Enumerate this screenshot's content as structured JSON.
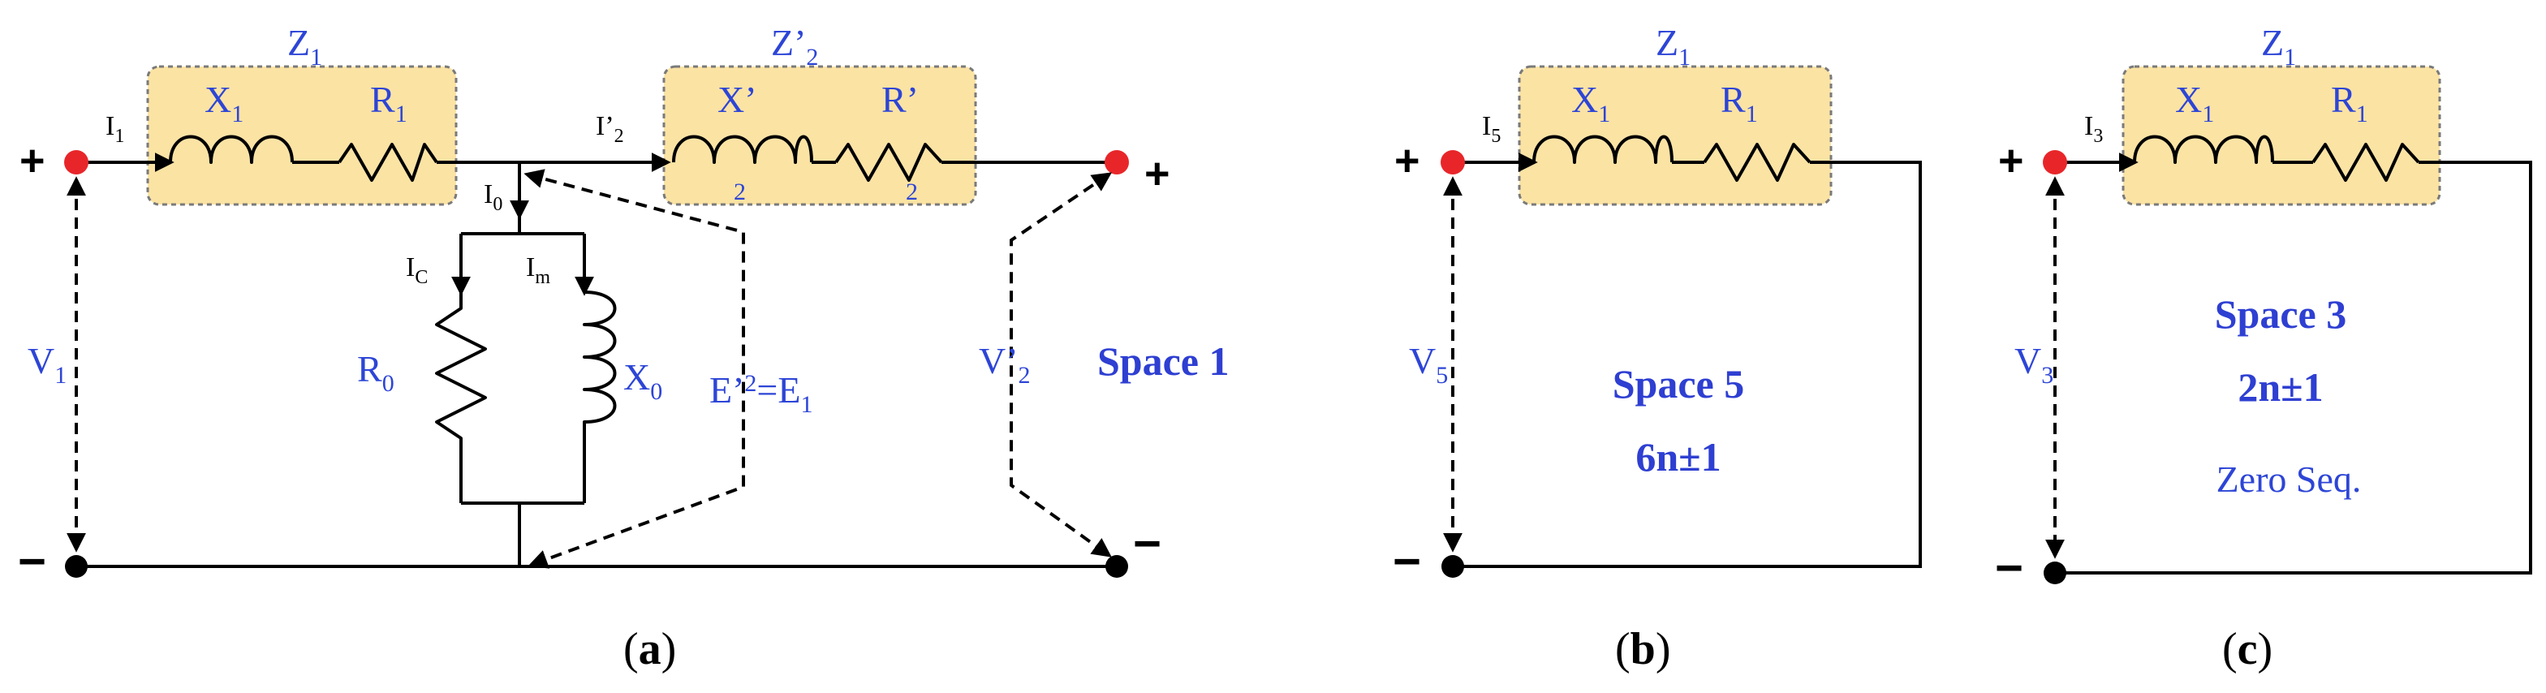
{
  "colors": {
    "label_blue": "#2d45d6",
    "terminal_red": "#e8262a",
    "box_fill": "#fbe3a4",
    "wire": "#000000"
  },
  "a": {
    "z1": "Z",
    "z1_sub": "1",
    "z2": "Z’",
    "z2_sub": "2",
    "x1": "X",
    "x1_sub": "1",
    "r1": "R",
    "r1_sub": "1",
    "x2": "X’",
    "x2_sub": "2",
    "r2": "R’",
    "r2_sub": "2",
    "i1": "I",
    "i1_sub": "1",
    "i2": "I’",
    "i2_sub": "2",
    "i0": "I",
    "i0_sub": "0",
    "ic": "I",
    "ic_sub": "C",
    "im": "I",
    "im_sub": "m",
    "r0": "R",
    "r0_sub": "0",
    "x0": "X",
    "x0_sub": "0",
    "e_a": "E’",
    "e_sub2": "2",
    "e_b": "=E",
    "e_sub1": "1",
    "v1": "V",
    "v1_sub": "1",
    "v2": "V’",
    "v2_sub": "2",
    "space": "Space 1",
    "plus_left": "+",
    "minus_left": "−",
    "plus_right": "+",
    "minus_right": "−",
    "caption_open": "(",
    "caption_letter": "a",
    "caption_close": ")"
  },
  "b": {
    "z1": "Z",
    "z1_sub": "1",
    "x1": "X",
    "x1_sub": "1",
    "r1": "R",
    "r1_sub": "1",
    "i": "I",
    "i_sub": "5",
    "v": "V",
    "v_sub": "5",
    "space": "Space 5",
    "harmonic": "6n±1",
    "plus": "+",
    "minus": "−",
    "caption_open": "(",
    "caption_letter": "b",
    "caption_close": ")"
  },
  "c": {
    "z1": "Z",
    "z1_sub": "1",
    "x1": "X",
    "x1_sub": "1",
    "r1": "R",
    "r1_sub": "1",
    "i": "I",
    "i_sub": "3",
    "v": "V",
    "v_sub": "3",
    "space": "Space 3",
    "harmonic": "2n±1",
    "zero_seq": "Zero Seq.",
    "plus": "+",
    "minus": "−",
    "caption_open": "(",
    "caption_letter": "c",
    "caption_close": ")"
  }
}
